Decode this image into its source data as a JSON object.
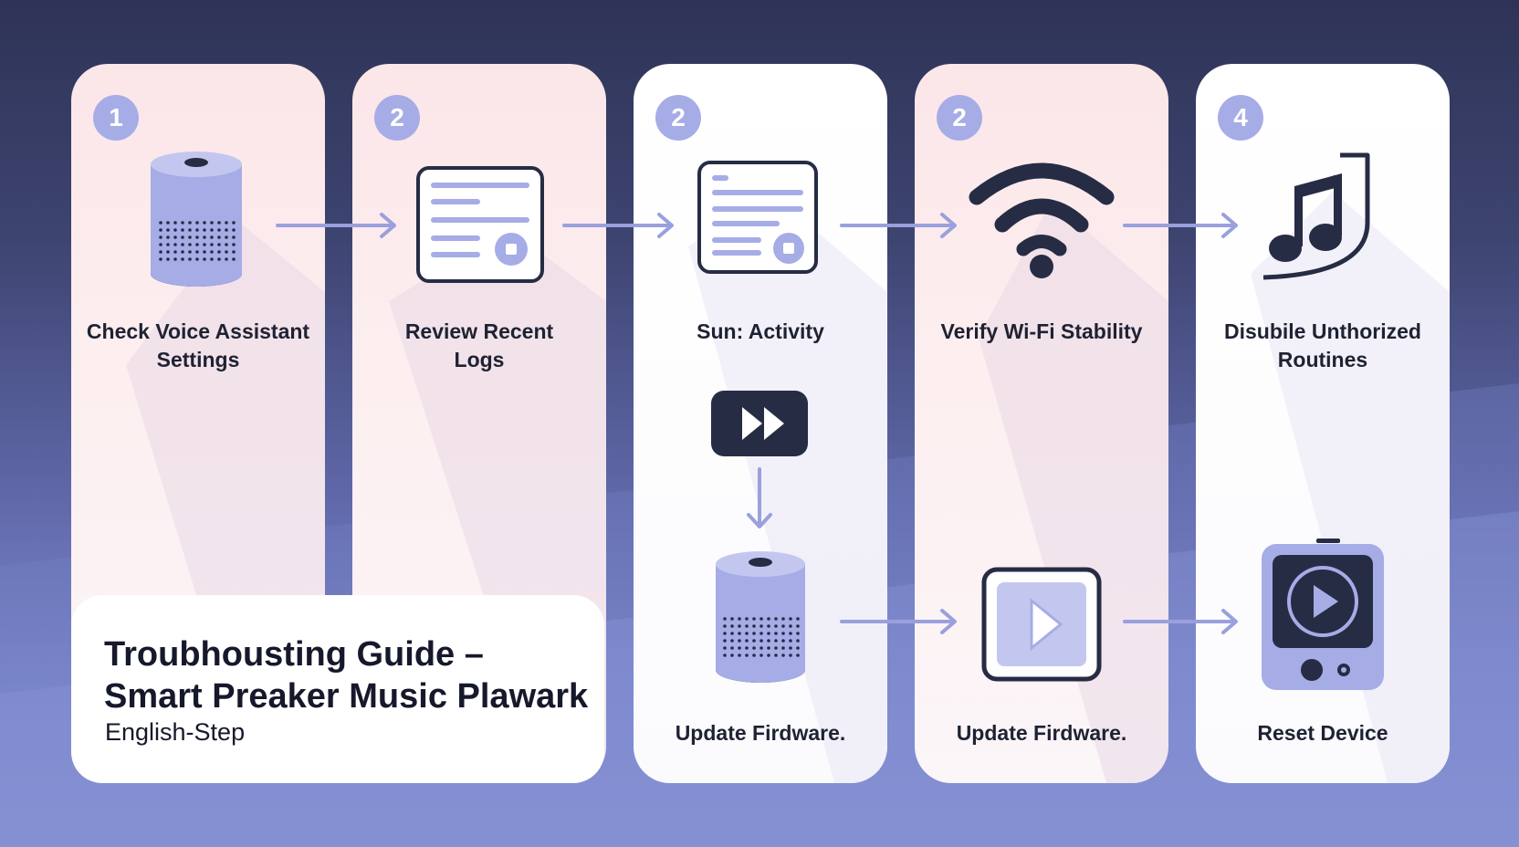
{
  "colors": {
    "accent": "#a6ace6",
    "dark": "#272c45",
    "pink_card": "#fbe6e8",
    "white_card": "#ffffff",
    "arrow": "#9aa0dd"
  },
  "title_panel": {
    "line1": "Troubhousting Guide –",
    "line2": "Smart Preaker Music Plawark",
    "subtitle": "English-Step"
  },
  "steps": [
    {
      "badge": "1",
      "label_lines": [
        "Check Voice Assistant",
        "Settings"
      ],
      "icon": "smart-speaker-icon"
    },
    {
      "badge": "2",
      "label_lines": [
        "Review Recent",
        "Logs"
      ],
      "icon": "log-window-icon"
    },
    {
      "badge": "2",
      "label_lines": [
        "Sun: Activity"
      ],
      "icon": "log-window-icon"
    },
    {
      "badge": "2",
      "label_lines": [
        "Verify Wi-Fi Stability"
      ],
      "icon": "wifi-icon"
    },
    {
      "badge": "4",
      "label_lines": [
        "Disubile Unthorized",
        "Routines"
      ],
      "icon": "music-note-icon"
    }
  ],
  "lower_steps": [
    {
      "label": "Update Firdware.",
      "icon": "smart-speaker-icon",
      "above_icon": "fast-forward-icon"
    },
    {
      "label": "Update Firdware.",
      "icon": "play-button-icon"
    },
    {
      "label": "Reset Device",
      "icon": "media-player-device-icon"
    }
  ]
}
